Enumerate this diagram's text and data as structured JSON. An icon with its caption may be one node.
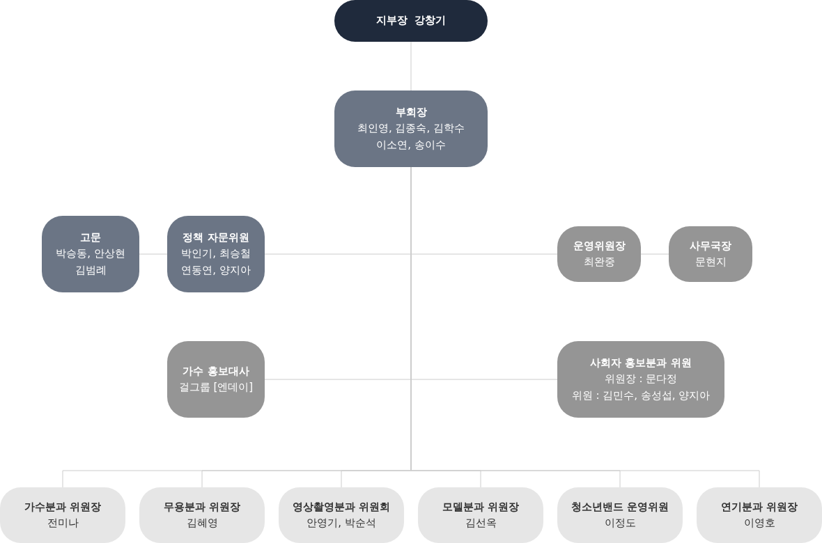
{
  "diagram": {
    "nodes": [
      {
        "text": [
          "지부장  강창기"
        ]
      },
      {
        "text": [
          "부회장",
          "최인영, 김종숙, 김학수 이소연, 송이수"
        ]
      },
      {
        "text": [
          "고문",
          "박승동, 안상현 김범례"
        ]
      },
      {
        "text": [
          "정책 자문위원",
          "박인기, 최승철 연동연, 양지아"
        ]
      },
      {
        "text": [
          "운영위원장",
          "최완중"
        ]
      },
      {
        "text": [
          "사무국장",
          "문현지"
        ]
      },
      {
        "text": [
          "가수 홍보대사",
          "걸그룹 [엔데이]"
        ]
      },
      {
        "text": [
          "사회자 홍보분과 위원",
          "위원장 : 문다정",
          "위원 : 김민수, 송성섭, 양지아"
        ]
      },
      {
        "text": [
          "가수분과 위원장",
          "전미나"
        ]
      },
      {
        "text": [
          "무용분과 위원장",
          "김혜영"
        ]
      },
      {
        "text": [
          "영상촬영분과 위원회",
          "안영기, 박순석"
        ]
      },
      {
        "text": [
          "모델분과 위원장",
          "김선옥"
        ]
      },
      {
        "text": [
          "청소년밴드 운영위원",
          "이정도"
        ]
      },
      {
        "text": [
          "연기분과 위원장",
          "이영호"
        ]
      }
    ],
    "edges": [
      {
        "from": 0,
        "to": 1,
        "arrow": "none"
      },
      {
        "from": 1,
        "to": 3,
        "arrow": "none"
      },
      {
        "from": 2,
        "to": 3,
        "arrow": "none"
      },
      {
        "from": 1,
        "to": 4,
        "arrow": "none"
      },
      {
        "from": 4,
        "to": 5,
        "arrow": "none"
      },
      {
        "from": 1,
        "to": 6,
        "arrow": "none"
      },
      {
        "from": 1,
        "to": 7,
        "arrow": "none"
      },
      {
        "from": 1,
        "to": 8,
        "arrow": "none"
      },
      {
        "from": 1,
        "to": 9,
        "arrow": "none"
      },
      {
        "from": 1,
        "to": 10,
        "arrow": "none"
      },
      {
        "from": 1,
        "to": 11,
        "arrow": "none"
      },
      {
        "from": 1,
        "to": 12,
        "arrow": "none"
      },
      {
        "from": 1,
        "to": 13,
        "arrow": "none"
      }
    ]
  }
}
